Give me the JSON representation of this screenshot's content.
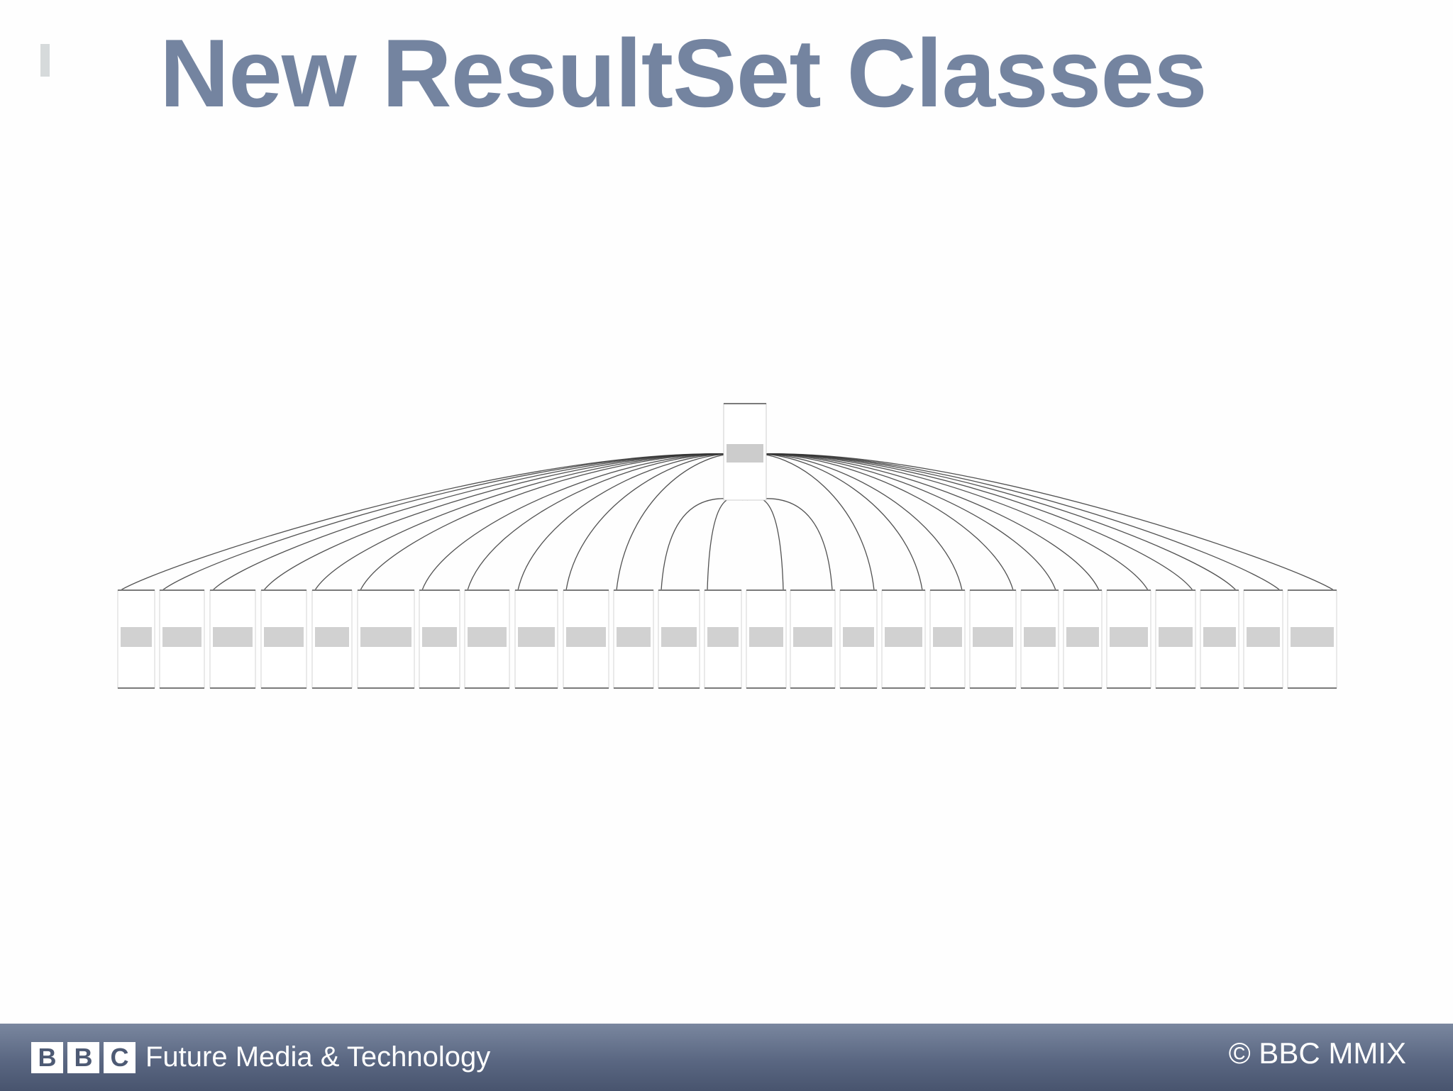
{
  "slide": {
    "title": "New ResultSet Classes"
  },
  "diagram": {
    "type": "class-hierarchy",
    "parent_node": {
      "label": ""
    },
    "child_node_count": 26,
    "line_color": "#333333",
    "box_border_color": "#7a7a7a"
  },
  "footer": {
    "logo_letters": [
      "B",
      "B",
      "C"
    ],
    "brand": "Future Media & Technology",
    "copyright": "© BBC MMIX",
    "colors": {
      "background": "#5a6782",
      "text": "#ffffff"
    }
  },
  "colors": {
    "title": "#7484a0",
    "background": "#fefefe"
  }
}
